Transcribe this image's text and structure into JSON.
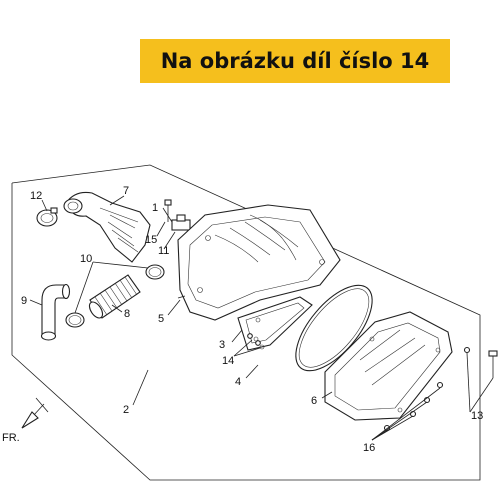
{
  "banner": {
    "text": "Na obrázku díl číslo 14"
  },
  "callouts": {
    "c1": "1",
    "c2": "2",
    "c3": "3",
    "c4": "4",
    "c5": "5",
    "c6": "6",
    "c7": "7",
    "c8": "8",
    "c9": "9",
    "c10": "10",
    "c11": "11",
    "c12": "12",
    "c13": "13",
    "c14": "14",
    "c15": "15",
    "c16": "16"
  },
  "direction": {
    "label": "FR."
  },
  "colors": {
    "banner_bg": "#f5bf1d",
    "line": "#222222"
  }
}
